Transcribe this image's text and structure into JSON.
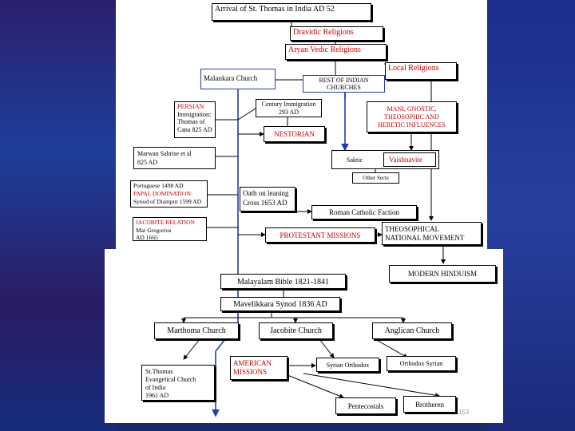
{
  "nodes": {
    "arrival": "Arrival of St. Thomas in India AD 52",
    "dravidic": "Dravidic Religions",
    "aryan": "Aryan Vedic Religions",
    "local": "Local Religions",
    "malankara": "Malankara Church",
    "rest_indian_1": "REST OF INDIAN",
    "rest_indian_2": "CHURCHES",
    "persian": "PERSIAN",
    "persian_l2": "Immigration:",
    "persian_l3": "Thomas of",
    "persian_l4": "Cana  825 AD",
    "century_1": "Century Immigration",
    "century_2": "293 AD",
    "nestorian": "NESTORIAN",
    "mani_1": "MANI, GNOSTIC,",
    "mani_2": "THEOSOPHIC  AND",
    "mani_3": "HERETIC INFLUENCES",
    "marwan_1": "Marwan Sabrise et al",
    "marwan_2": "825 AD",
    "saktic": "Saktic",
    "vaishnavite": "Vaishnavite",
    "other_sects": "Other Sects",
    "portuguese_1": "Portuguese 1498 AD",
    "portuguese_2": "PAPAL DOMINATION:",
    "portuguese_3": "Synod of Diampur 1599 AD",
    "oath_1": "Oath on leaning",
    "oath_2": "Cross 1653 AD",
    "roman_catholic": "Roman Catholic Faction",
    "jacobite_relation_1": "JACOBITE RELATION",
    "jacobite_relation_2": "Mar Gregorios",
    "jacobite_relation_3": "AD 1665",
    "protestant": "PROTESTANT MISSIONS",
    "theosophical_1": "THEOSOPHICAL",
    "theosophical_2": "NATIONAL MOVEMENT",
    "modern_hinduism": "MODERN HINDUISM",
    "malayalam_bible": "Malayalam Bible 1821-1841",
    "mavelikkara": "Mavelikkara Synod 1836 AD",
    "marthoma": "Marthoma Church",
    "jacobite_church": "Jacobite Church",
    "anglican": "Anglican Church",
    "american_1": "AMERICAN",
    "american_2": "MISSIONS",
    "st_thomas_1": "St.Thomas",
    "st_thomas_2": "Evangelical Church",
    "st_thomas_3": "of India",
    "st_thomas_4": "1961 AD",
    "syrian_orthodox": "Syrian Orthodox",
    "orthodox_syrian": "Orthodox Syrian",
    "pentecostals": "Pentecostals",
    "brothren": "Brotheren"
  },
  "page_number": "153",
  "colors": {
    "accent_red": "#c00000",
    "connector_blue": "#1f3ea8",
    "connector_black": "#000000"
  }
}
